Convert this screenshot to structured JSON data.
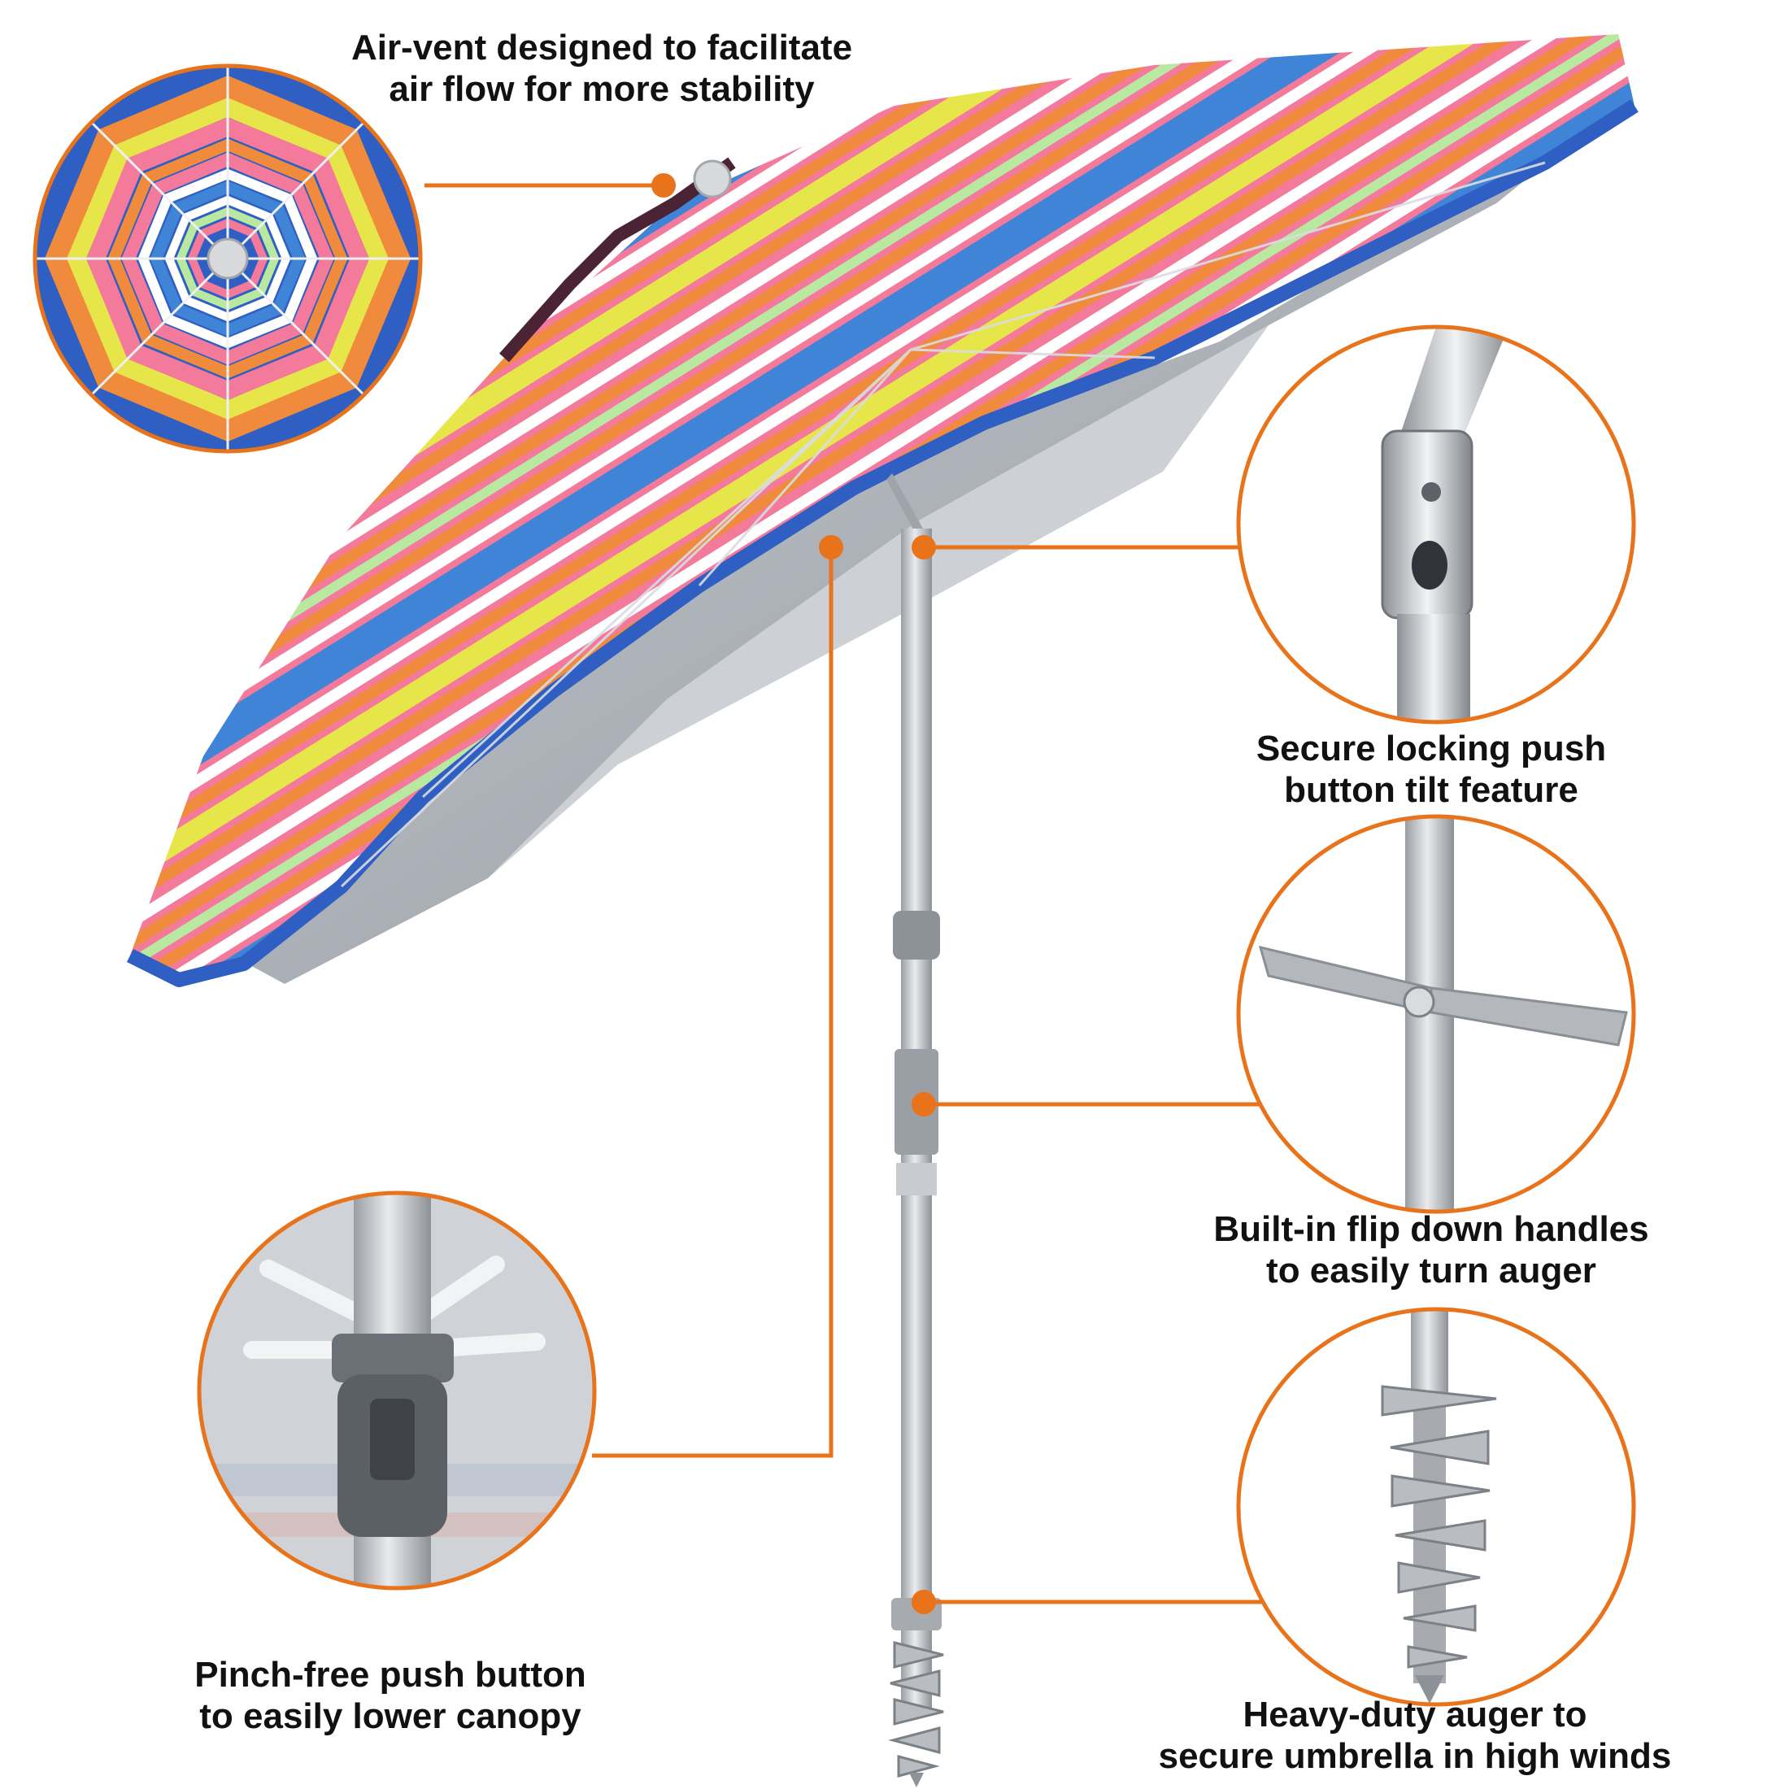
{
  "callouts": [
    {
      "id": "air-vent",
      "lines": [
        "Air-vent designed to facilitate",
        "air flow for more stability"
      ]
    },
    {
      "id": "tilt",
      "lines": [
        "Secure locking push",
        "button tilt feature"
      ]
    },
    {
      "id": "handles",
      "lines": [
        "Built-in flip down handles",
        "to easily turn auger"
      ]
    },
    {
      "id": "push-button",
      "lines": [
        "Pinch-free push button",
        "to easily lower canopy"
      ]
    },
    {
      "id": "auger",
      "lines": [
        "Heavy-duty auger to",
        "secure umbrella in high winds"
      ]
    }
  ],
  "colors": {
    "accent": "#e8731a",
    "stripe_pink": "#f47a9b",
    "stripe_orange": "#f08a3c",
    "stripe_yellow": "#e6e64a",
    "stripe_blue": "#3f84d6",
    "stripe_white": "#ffffff",
    "stripe_green": "#b9e8a0"
  }
}
